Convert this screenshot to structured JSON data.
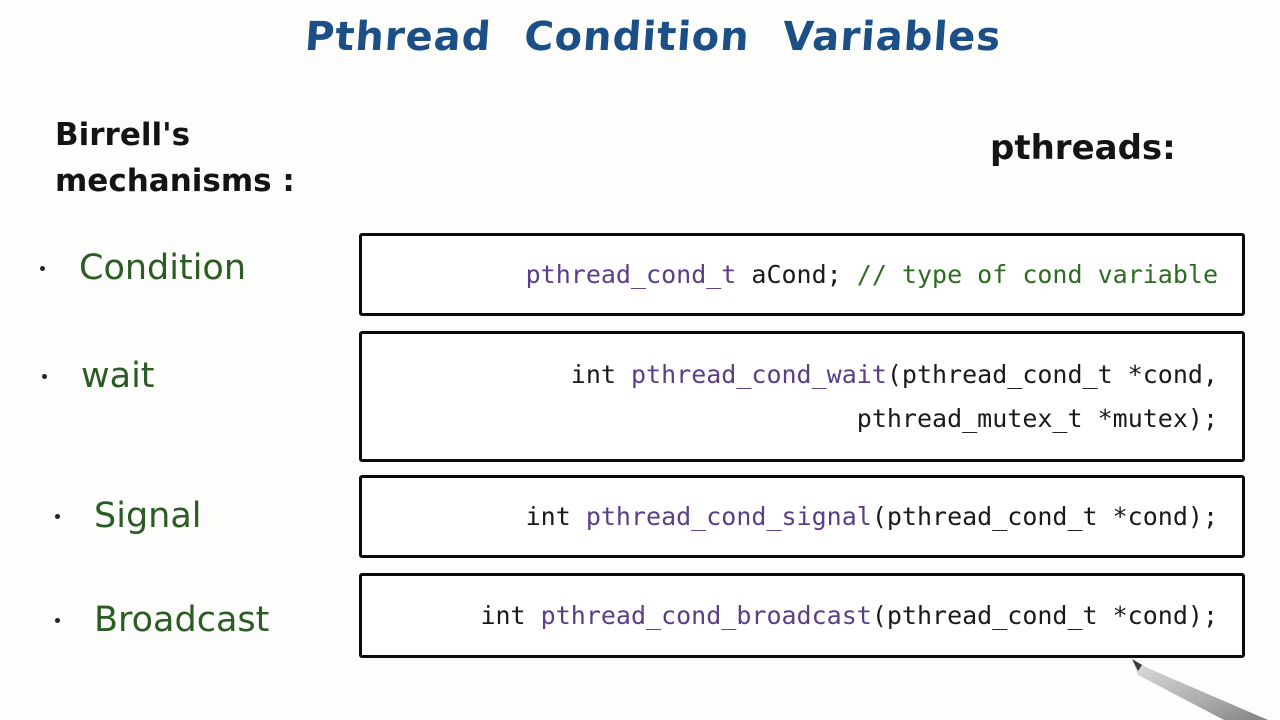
{
  "title": "Pthread Condition Variables",
  "left_heading": "Birrell's\nmechanisms :",
  "right_heading": "pthreads:",
  "mechanisms": [
    {
      "name": "Condition"
    },
    {
      "name": "wait"
    },
    {
      "name": "Signal"
    },
    {
      "name": "Broadcast"
    }
  ],
  "code": {
    "condition": {
      "type": "pthread_cond_t",
      "rest": " aCond; ",
      "comment": "// type of cond variable"
    },
    "wait": {
      "line1_prefix": "int ",
      "line1_fn": "pthread_cond_wait",
      "line1_rest": "(pthread_cond_t *cond,",
      "line2": "pthread_mutex_t *mutex);"
    },
    "signal": {
      "prefix": "int ",
      "fn": "pthread_cond_signal",
      "rest": "(pthread_cond_t *cond);"
    },
    "broadcast": {
      "prefix": "int ",
      "fn": "pthread_cond_broadcast",
      "rest": "(pthread_cond_t *cond);"
    }
  },
  "colors": {
    "title": "#1c4f86",
    "mechanism_label": "#2b5c24",
    "function_name": "#5c3e86",
    "comment": "#2e6b22"
  },
  "icons": {
    "pointer": "pen-pointer-icon"
  }
}
